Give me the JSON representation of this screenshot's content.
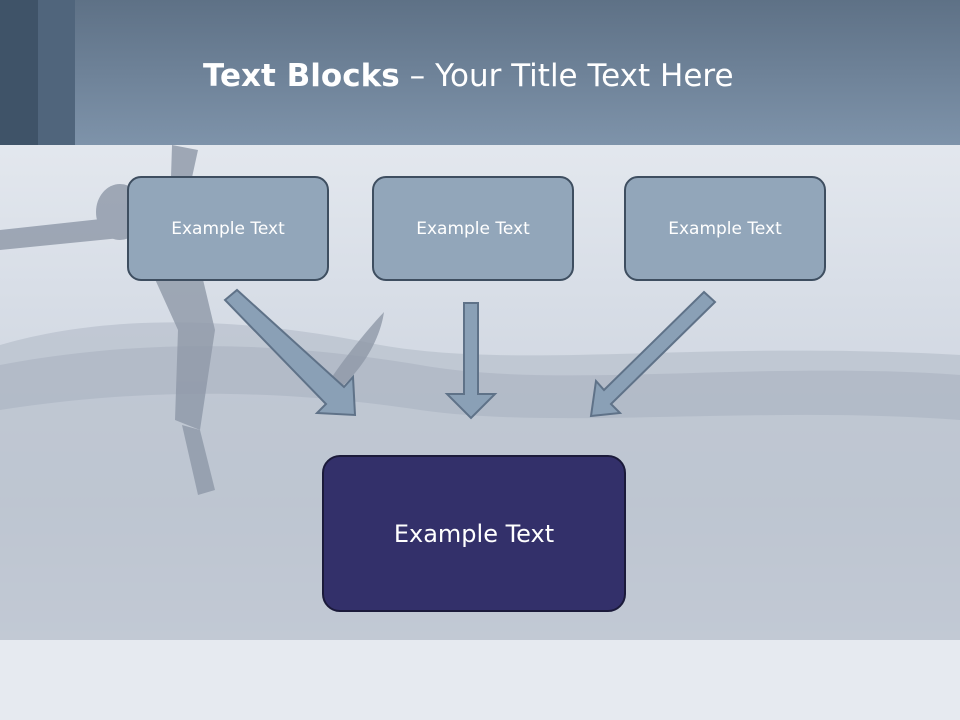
{
  "slide": {
    "title_bold": "Text Blocks",
    "title_separator": "–",
    "title_rest": "Your Title Text Here"
  },
  "diagram": {
    "top_blocks": [
      {
        "label": "Example Text"
      },
      {
        "label": "Example Text"
      },
      {
        "label": "Example Text"
      }
    ],
    "target_block": {
      "label": "Example Text"
    }
  },
  "colors": {
    "header": "#7e93aa",
    "top_block_fill": "#92a6ba",
    "target_block_fill": "#33306a",
    "arrow_fill": "#8aa0b6"
  }
}
